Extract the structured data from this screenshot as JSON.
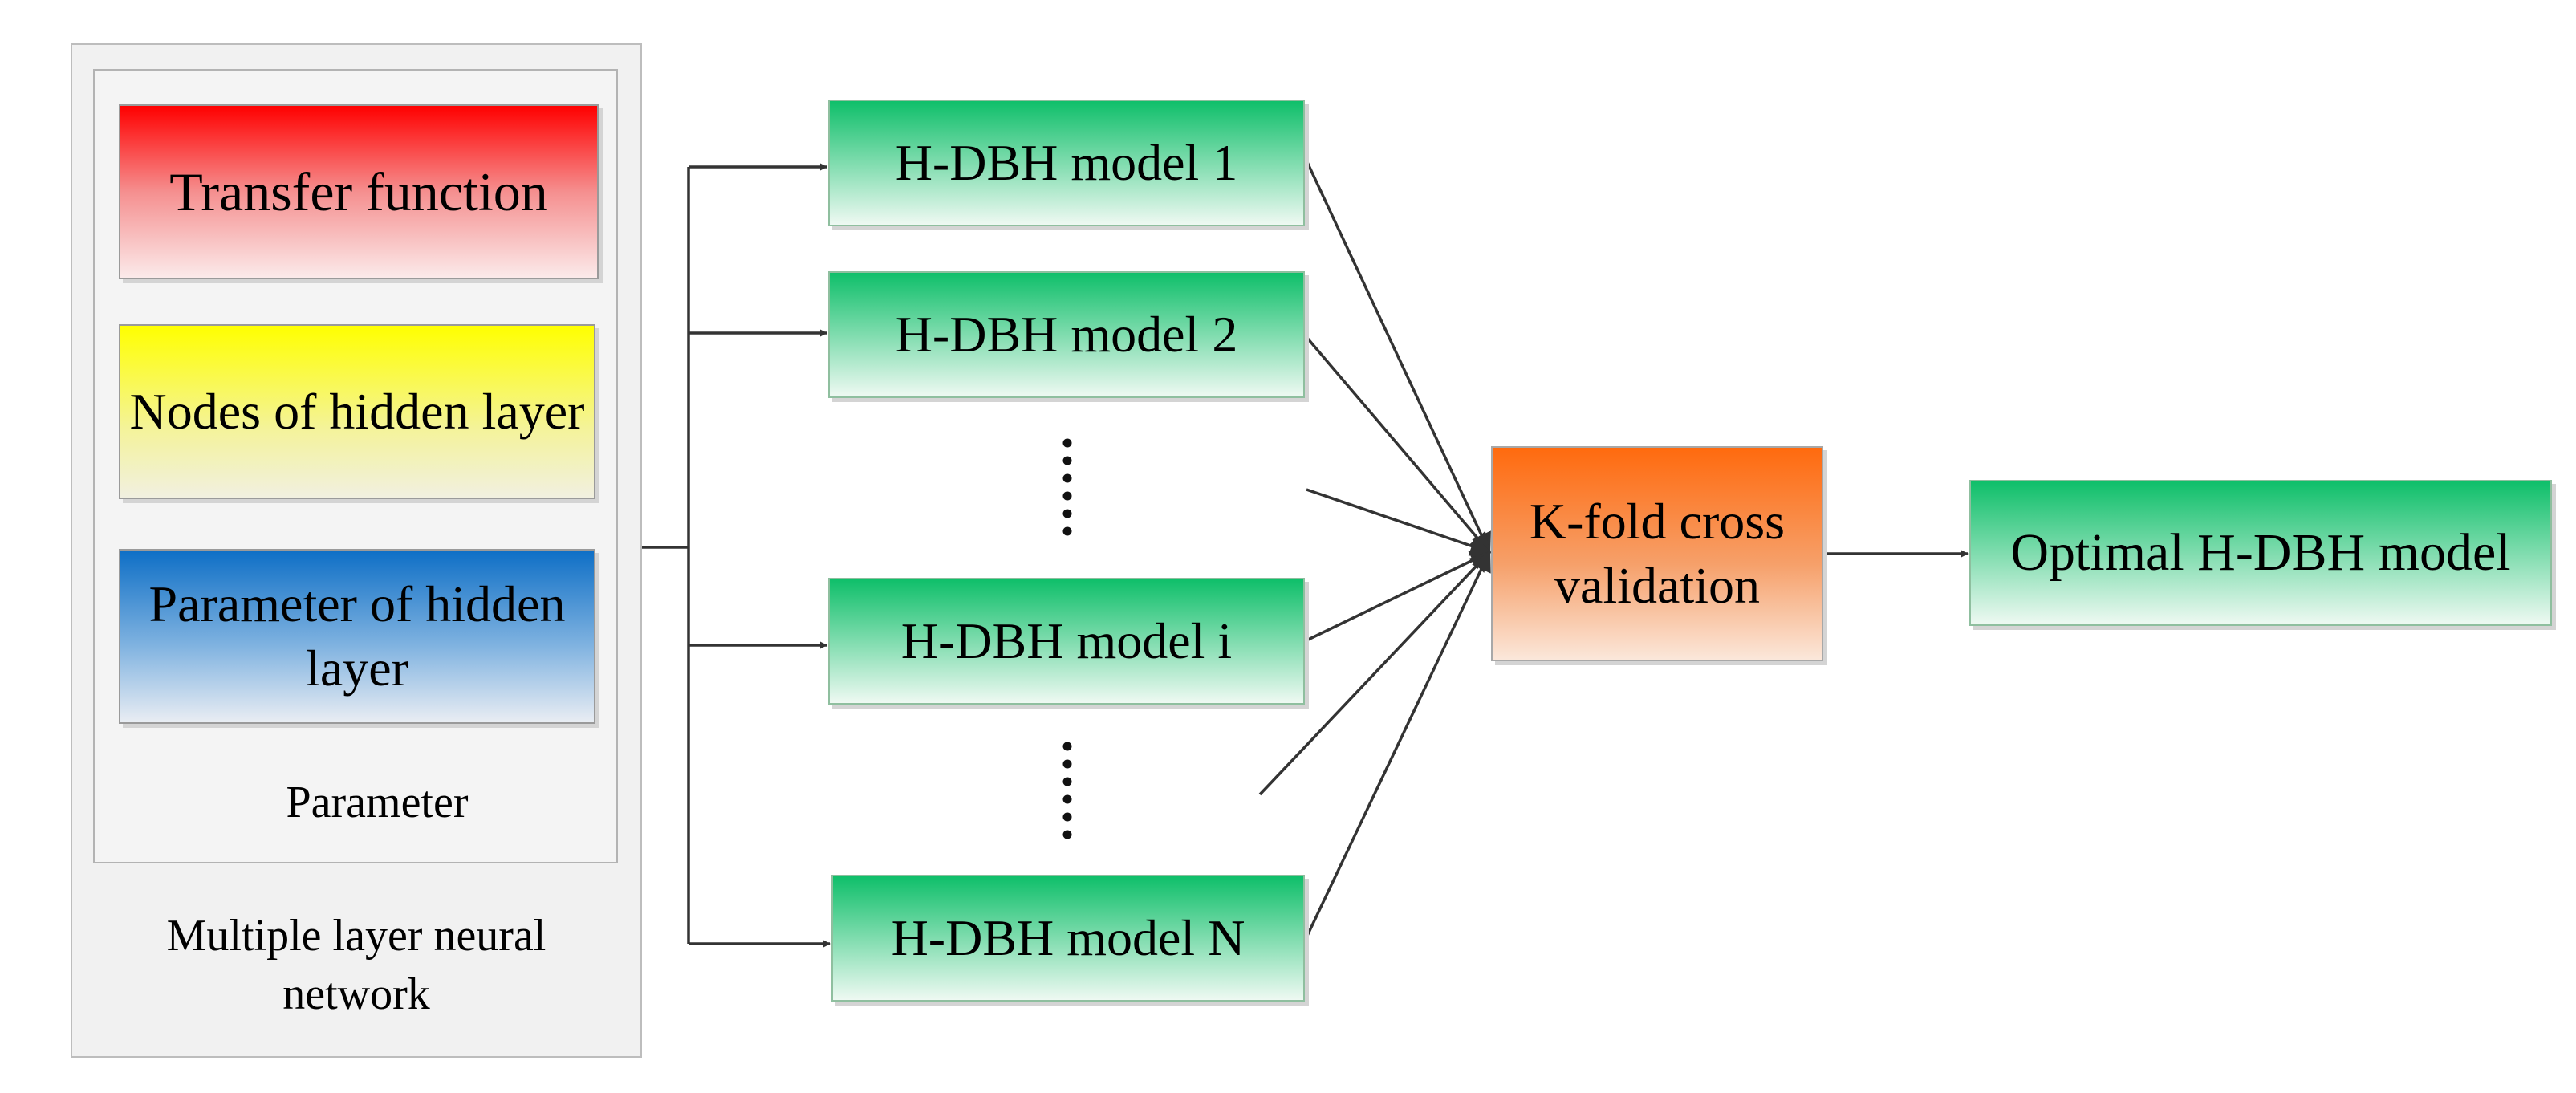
{
  "network": {
    "title": "Multiple layer neural network",
    "parameter_group": {
      "label": "Parameter",
      "items": [
        "Transfer function",
        "Nodes of hidden layer",
        "Parameter of hidden layer"
      ]
    }
  },
  "models": {
    "model_1": "H-DBH model 1",
    "model_2": "H-DBH model 2",
    "model_i": "H-DBH model i",
    "model_n": "H-DBH model N"
  },
  "validation": "K-fold cross validation",
  "result": "Optimal H-DBH model",
  "colors": {
    "transfer_function": "#ff0000",
    "nodes_of_hidden_layer": "#ffff00",
    "parameter_of_hidden_layer": "#0e6fc6",
    "models": "#0fbf6a",
    "validation": "#ff6a0e",
    "arrows": "#333333"
  }
}
